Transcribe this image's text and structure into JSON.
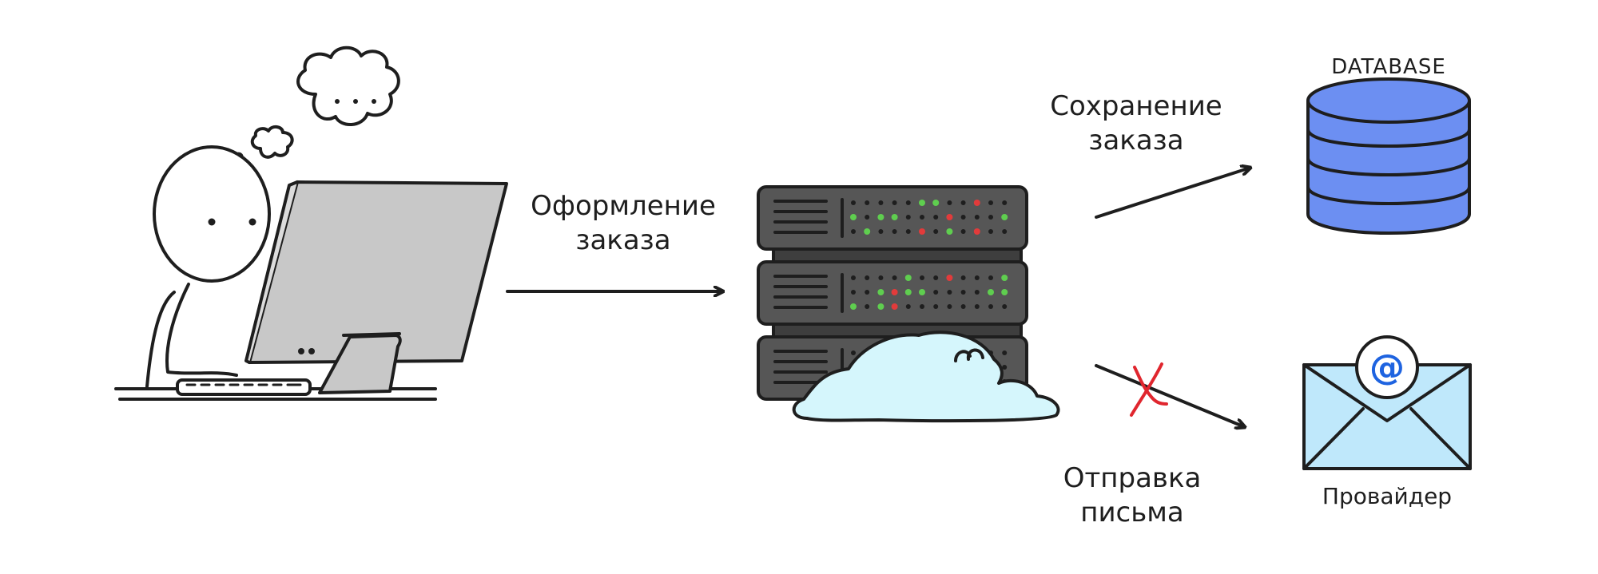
{
  "diagram": {
    "nodes": {
      "user": {
        "icon": "person-at-computer-icon"
      },
      "server": {
        "icon": "server-rack-cloud-icon"
      },
      "database": {
        "label": "DATABASE",
        "icon": "database-icon"
      },
      "provider": {
        "label": "Провайдер",
        "icon": "email-envelope-icon"
      }
    },
    "edges": {
      "checkout": {
        "line1": "Оформление",
        "line2": "заказа",
        "status": "ok"
      },
      "save_order": {
        "line1": "Сохранение",
        "line2": "заказа",
        "status": "ok"
      },
      "send_email": {
        "line1": "Отправка",
        "line2": "письма",
        "status": "failed"
      }
    },
    "colors": {
      "stroke": "#1e1e1e",
      "monitor": "#c8c8c8",
      "server": "#565656",
      "led_green": "#5fce4f",
      "led_red": "#e23b3b",
      "cloud": "#d5f6fc",
      "database": "#6c8ff2",
      "envelope": "#bfe8fb",
      "email_at": "#1e63e0",
      "fail_mark": "#e0262e"
    }
  }
}
